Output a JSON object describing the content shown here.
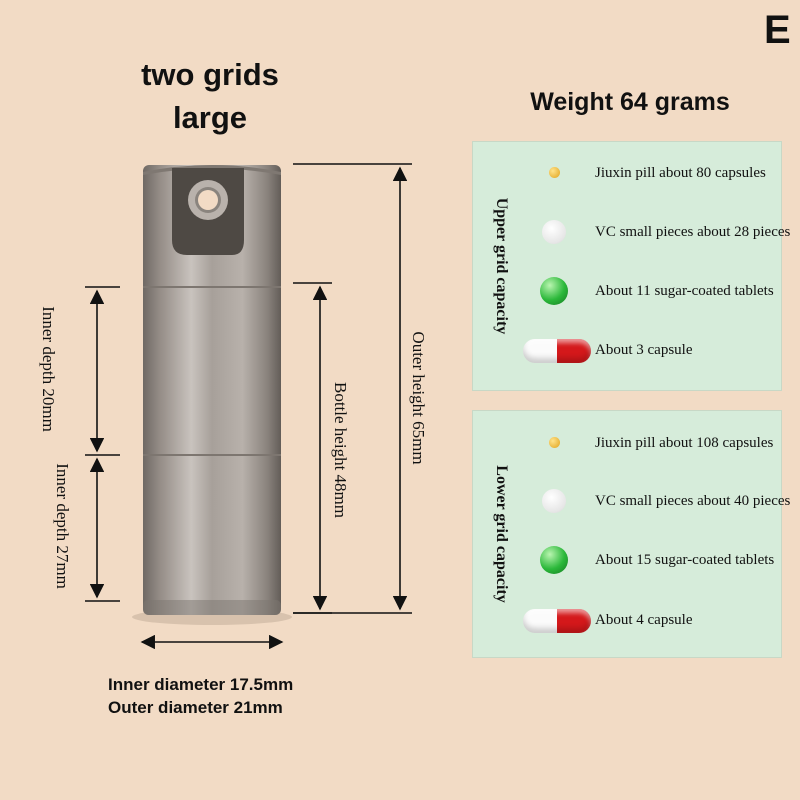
{
  "corner_letter": "E",
  "title_lines": [
    "two grids",
    "large"
  ],
  "weight": "Weight 64 grams",
  "dimensions": {
    "inner_depth_upper": "Inner depth 20mm",
    "inner_depth_lower": "Inner depth 27mm",
    "bottle_height": "Bottle height 48mm",
    "outer_height": "Outer height 65mm",
    "inner_diameter": "Inner diameter 17.5mm",
    "outer_diameter": "Outer diameter 21mm"
  },
  "upper_grid": {
    "caption": "Upper grid capacity",
    "items": [
      {
        "icon": "yellow-pill-icon",
        "label": "Jiuxin pill about 80 capsules"
      },
      {
        "icon": "white-tablet-icon",
        "label": "VC small pieces about 28 pieces"
      },
      {
        "icon": "green-tablet-icon",
        "label": "About 11 sugar-coated tablets"
      },
      {
        "icon": "capsule-icon",
        "label": "About 3 capsule"
      }
    ]
  },
  "lower_grid": {
    "caption": "Lower grid capacity",
    "items": [
      {
        "icon": "yellow-pill-icon",
        "label": "Jiuxin pill about 108 capsules"
      },
      {
        "icon": "white-tablet-icon",
        "label": "VC small pieces about 40 pieces"
      },
      {
        "icon": "green-tablet-icon",
        "label": "About 15 sugar-coated tablets"
      },
      {
        "icon": "capsule-icon",
        "label": "About 4 capsule"
      }
    ]
  },
  "colors": {
    "background": "#f2dbc5",
    "panel": "#d6ecda",
    "capsule_red": "#d4181b",
    "tablet_green": "#2bb83a",
    "pill_yellow": "#e0a21b"
  }
}
